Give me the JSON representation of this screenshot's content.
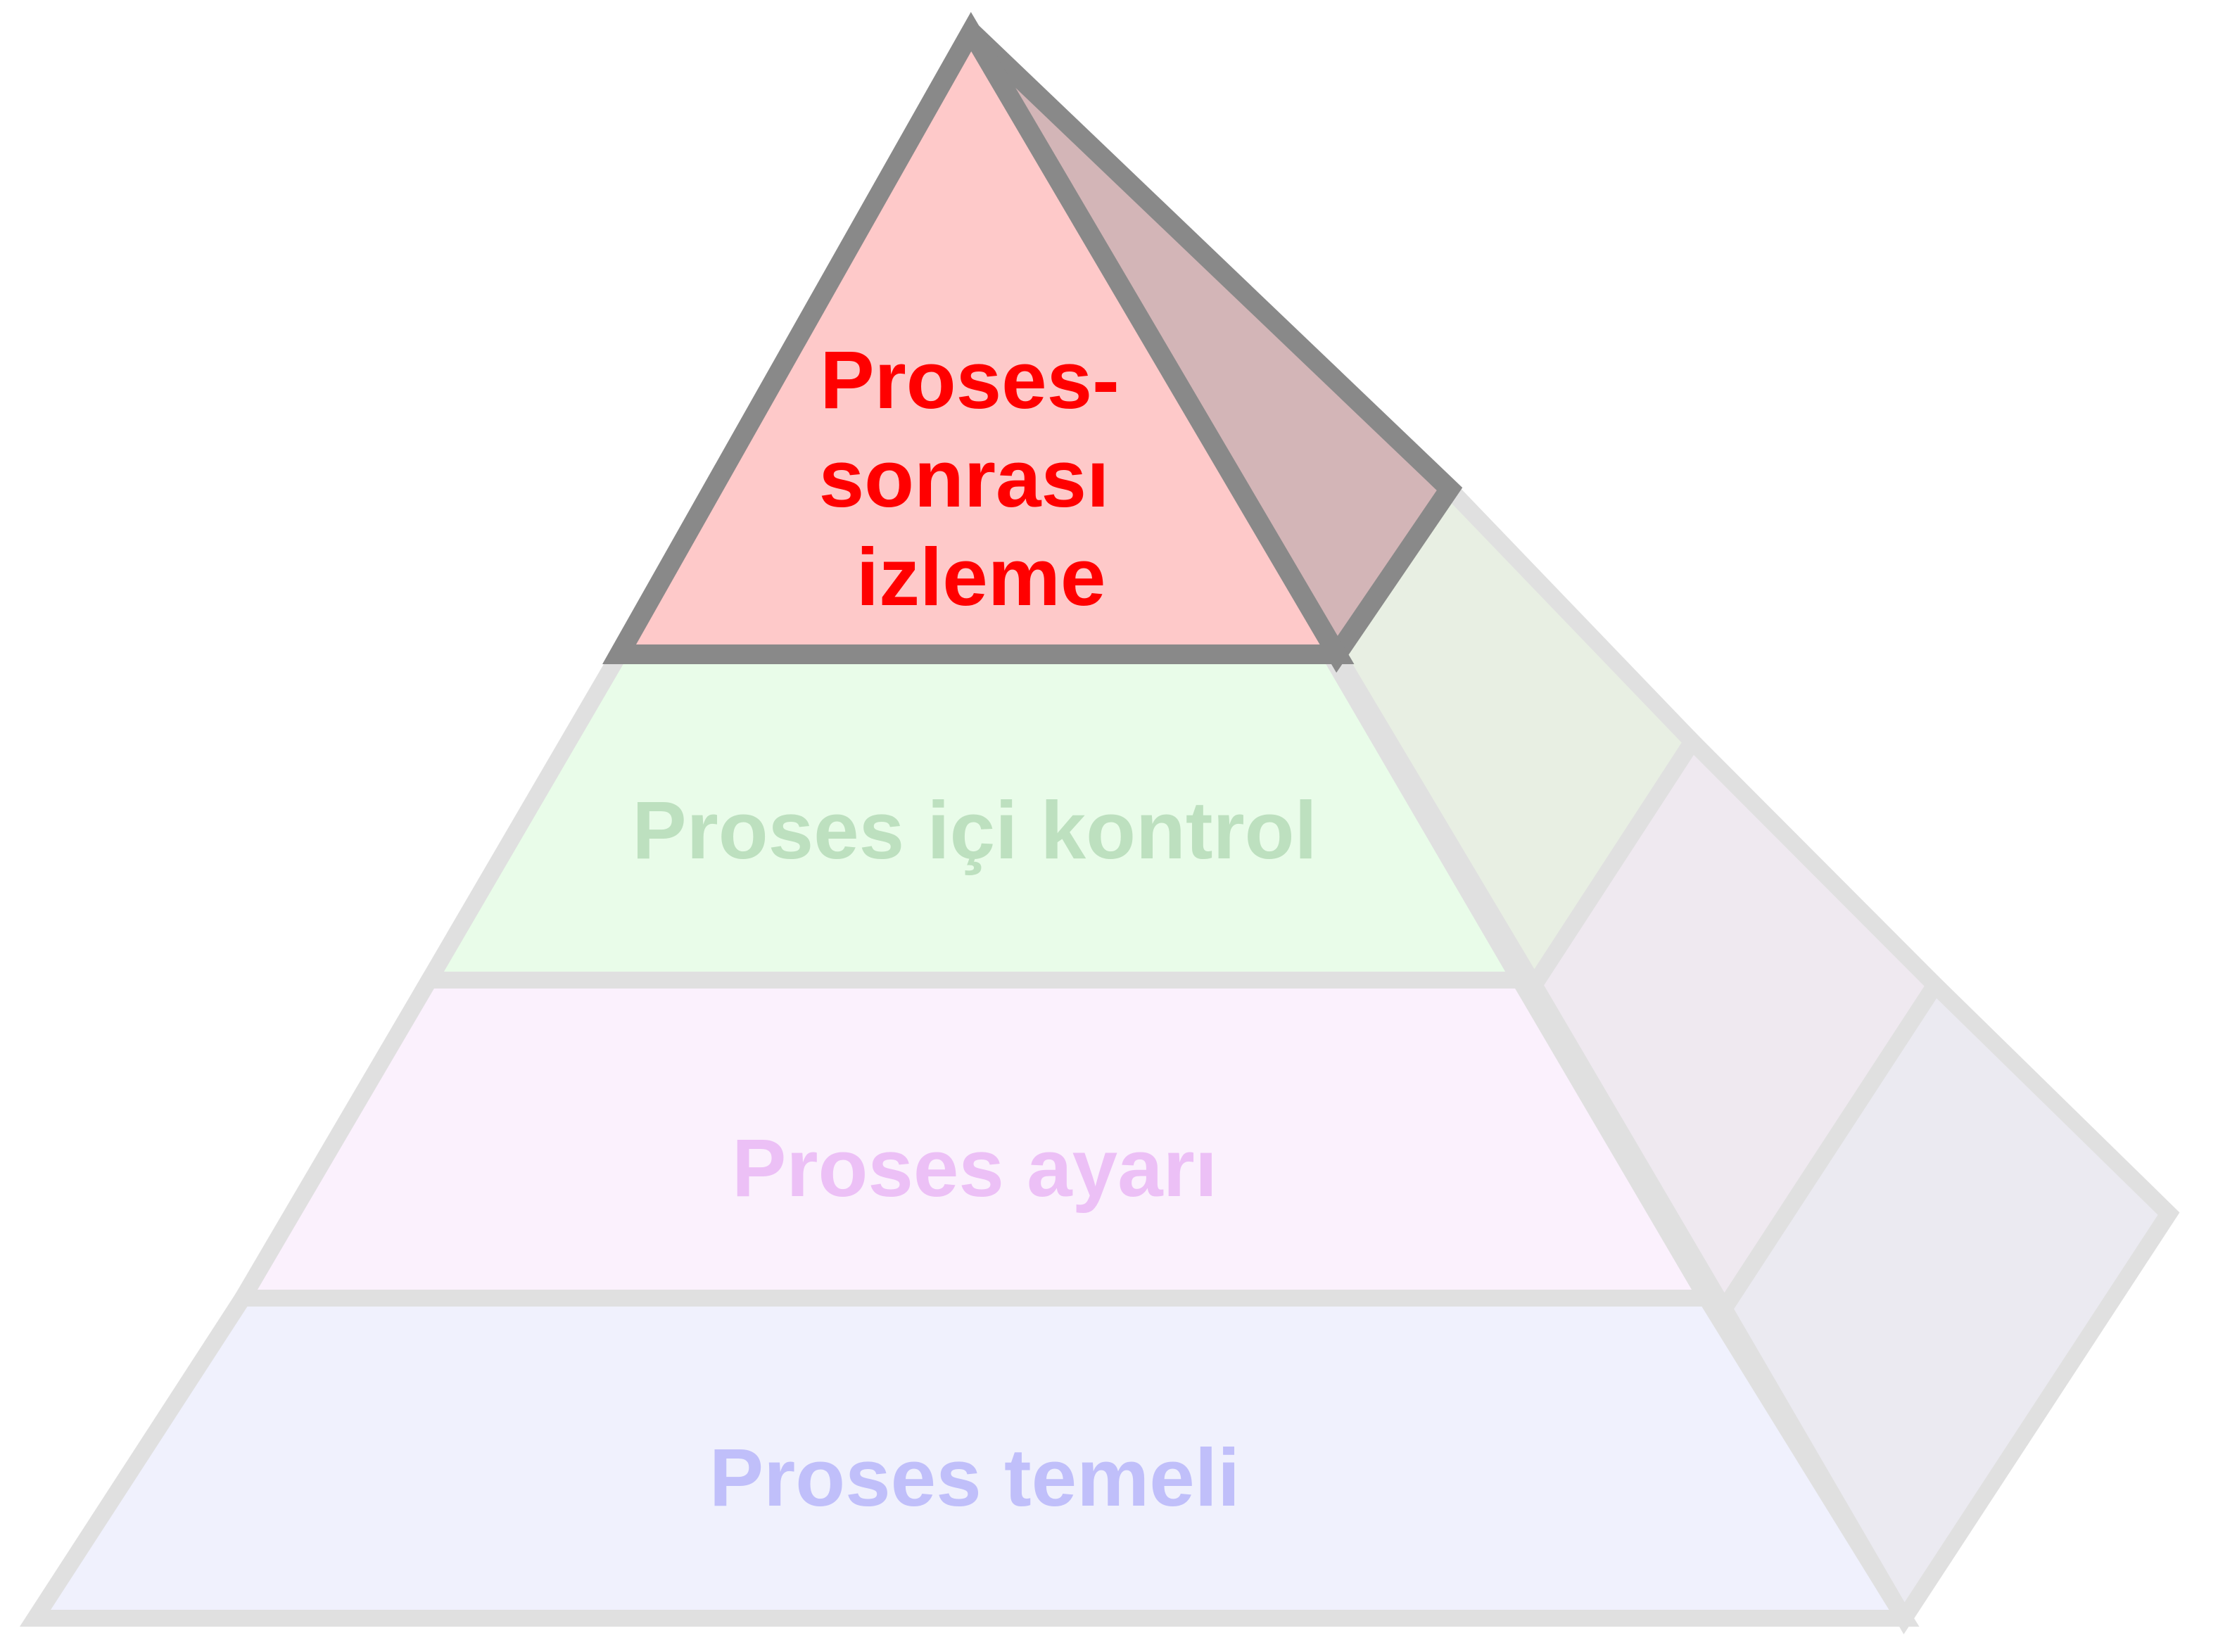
{
  "pyramid": {
    "layers": [
      {
        "id": "top",
        "label_lines": [
          "Proses-",
          "sonrası",
          " izleme"
        ],
        "text_color": "#ff0000",
        "fill": "#fec9c9",
        "side_fill": "#d3b5b7",
        "stroke": "#898989",
        "highlighted": true
      },
      {
        "id": "upper-middle",
        "label_lines": [
          "Proses içi kontrol"
        ],
        "text_color": "#bde0bf",
        "fill": "#e9fce9",
        "side_fill": "#e8efe3",
        "stroke": "#e0e0e0",
        "highlighted": false
      },
      {
        "id": "lower-middle",
        "label_lines": [
          "Proses ayarı"
        ],
        "text_color": "#ecc0f6",
        "fill": "#fbf1fd",
        "side_fill": "#efe9f0",
        "stroke": "#e0e0e0",
        "highlighted": false
      },
      {
        "id": "base",
        "label_lines": [
          "Proses temeli"
        ],
        "text_color": "#c0bffa",
        "fill": "#f0f1fd",
        "side_fill": "#ebeaf1",
        "stroke": "#e0e0e0",
        "highlighted": false
      }
    ]
  }
}
